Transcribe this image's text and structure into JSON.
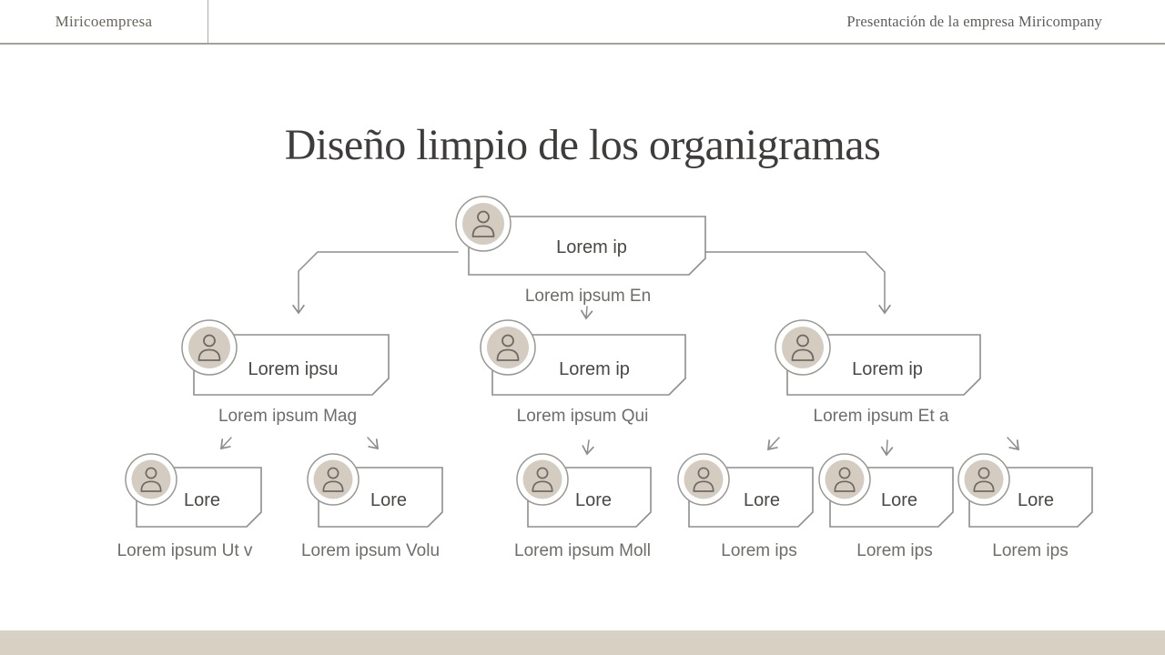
{
  "header": {
    "brand": "Miricoempresa",
    "subtitle": "Presentación de la empresa Miricompany"
  },
  "slide": {
    "title": "Diseño limpio de los organigramas"
  },
  "colors": {
    "outline": "#8f8d8b",
    "avatar_fill": "#d5ccc1",
    "person_stroke": "#6f6963",
    "accent_bar": "#d9d0c4",
    "accent_bar_edge": "#d4d6c4"
  },
  "org_chart": {
    "type": "org-tree",
    "levels": 3,
    "nodes": [
      {
        "id": "root",
        "level": 1,
        "parent": null,
        "label": "Lorem ip",
        "subtitle": "Lorem ipsum En"
      },
      {
        "id": "n1",
        "level": 2,
        "parent": "root",
        "label": "Lorem ipsu",
        "subtitle": "Lorem ipsum Mag"
      },
      {
        "id": "n2",
        "level": 2,
        "parent": "root",
        "label": "Lorem ip",
        "subtitle": "Lorem ipsum Qui"
      },
      {
        "id": "n3",
        "level": 2,
        "parent": "root",
        "label": "Lorem ip",
        "subtitle": "Lorem ipsum Et a"
      },
      {
        "id": "n1a",
        "level": 3,
        "parent": "n1",
        "label": "Lore",
        "subtitle": "Lorem ipsum Ut v"
      },
      {
        "id": "n1b",
        "level": 3,
        "parent": "n1",
        "label": "Lore",
        "subtitle": "Lorem ipsum Volu"
      },
      {
        "id": "n2a",
        "level": 3,
        "parent": "n2",
        "label": "Lore",
        "subtitle": "Lorem ipsum Moll"
      },
      {
        "id": "n3a",
        "level": 3,
        "parent": "n3",
        "label": "Lore",
        "subtitle": "Lorem ips"
      },
      {
        "id": "n3b",
        "level": 3,
        "parent": "n3",
        "label": "Lore",
        "subtitle": "Lorem ips"
      },
      {
        "id": "n3c",
        "level": 3,
        "parent": "n3",
        "label": "Lore",
        "subtitle": "Lorem ips"
      }
    ]
  }
}
